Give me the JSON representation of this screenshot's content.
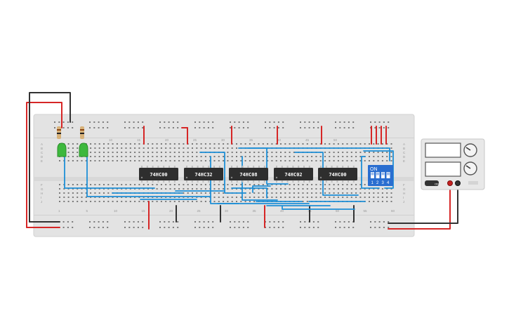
{
  "breadboard": {
    "column_numbers_top": [
      "10",
      "15",
      "20",
      "25",
      "30",
      "35",
      "40",
      "45",
      "50"
    ],
    "column_numbers_bottom": [
      "1",
      "5",
      "10",
      "15",
      "20",
      "25",
      "30",
      "35",
      "40",
      "45",
      "50",
      "55",
      "60"
    ],
    "row_letters_top": [
      "A",
      "B",
      "C",
      "D",
      "E"
    ],
    "row_letters_bottom": [
      "F",
      "G",
      "H",
      "I",
      "J"
    ]
  },
  "chips": [
    {
      "label": "74HC00"
    },
    {
      "label": "74HC32"
    },
    {
      "label": "74HC08"
    },
    {
      "label": "74HC02"
    },
    {
      "label": "74HC00"
    }
  ],
  "dip_switch": {
    "on_label": "ON",
    "switch_numbers": [
      "1",
      "2",
      "3",
      "4"
    ]
  },
  "power_supply": {
    "toggle_label": "ON"
  },
  "colors": {
    "board": "#e3e3e3",
    "hole": "#7a7a7a",
    "wire_blue": "#1e8fd6",
    "wire_red": "#d62626",
    "wire_black": "#333333",
    "chip": "#2e2e2e",
    "dip_blue": "#2a6ed0",
    "led_green": "#3db83d"
  }
}
